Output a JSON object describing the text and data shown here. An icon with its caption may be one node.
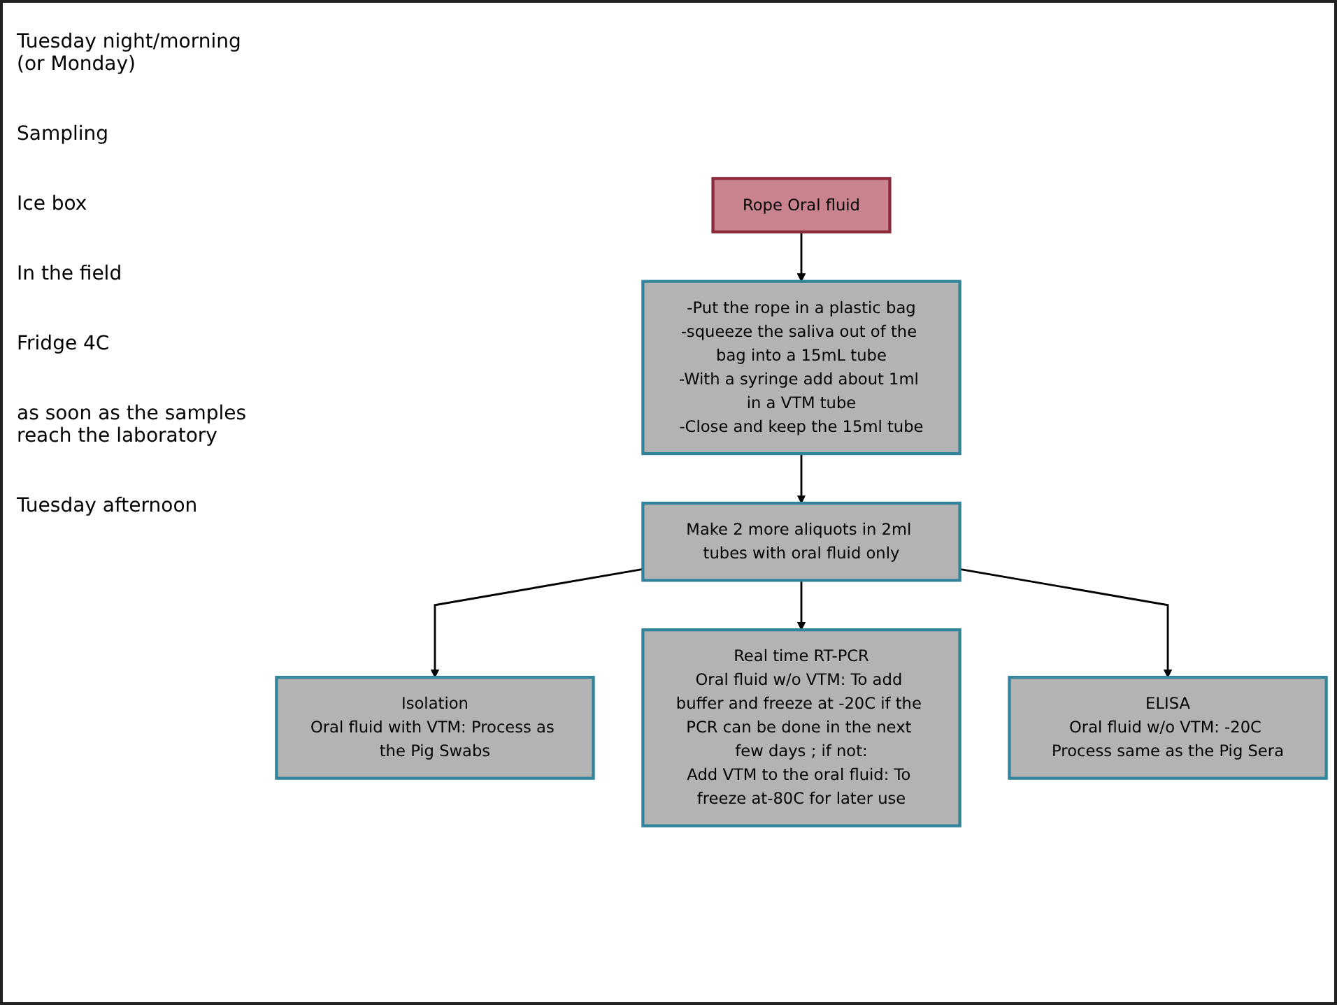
{
  "diagram": {
    "nodes": [
      {
        "text": [
          "Rope Oral fluid"
        ]
      },
      {
        "text": [
          "-Put the rope in a plastic bag",
          "-squeeze the saliva out of the bag into a 15mL tube",
          "-With a syringe add about 1ml in a VTM tube",
          "-Close and keep the 15ml tube"
        ]
      },
      {
        "text": [
          "Make 2 more aliquots in 2ml tubes with oral fluid only"
        ]
      },
      {
        "text": [
          "Isolation",
          "Oral fluid with VTM: Process as the Pig Swabs"
        ]
      },
      {
        "text": [
          "Real time RT-PCR",
          "Oral fluid w/o VTM: To add buffer and freeze at -20C if the PCR can be done in the next few days ; if not:",
          "Add VTM to the oral fluid: To freeze at-80C for later use"
        ]
      },
      {
        "text": [
          "ELISA",
          "Oral fluid w/o VTM: -20C Process same as the Pig Sera"
        ]
      }
    ],
    "edges": [
      {
        "from": 0,
        "to": 1,
        "arrow": "to"
      },
      {
        "from": 1,
        "to": 2,
        "arrow": "to"
      },
      {
        "from": 2,
        "to": 3,
        "arrow": "to"
      },
      {
        "from": 2,
        "to": 4,
        "arrow": "to"
      },
      {
        "from": 2,
        "to": 5,
        "arrow": "to"
      }
    ],
    "labels": [
      "Tuesday night/morning (or Monday)",
      "Sampling",
      "Ice box",
      "In the field",
      "Fridge 4C",
      "as soon as the samples reach the laboratory",
      "Tuesday afternoon"
    ]
  }
}
